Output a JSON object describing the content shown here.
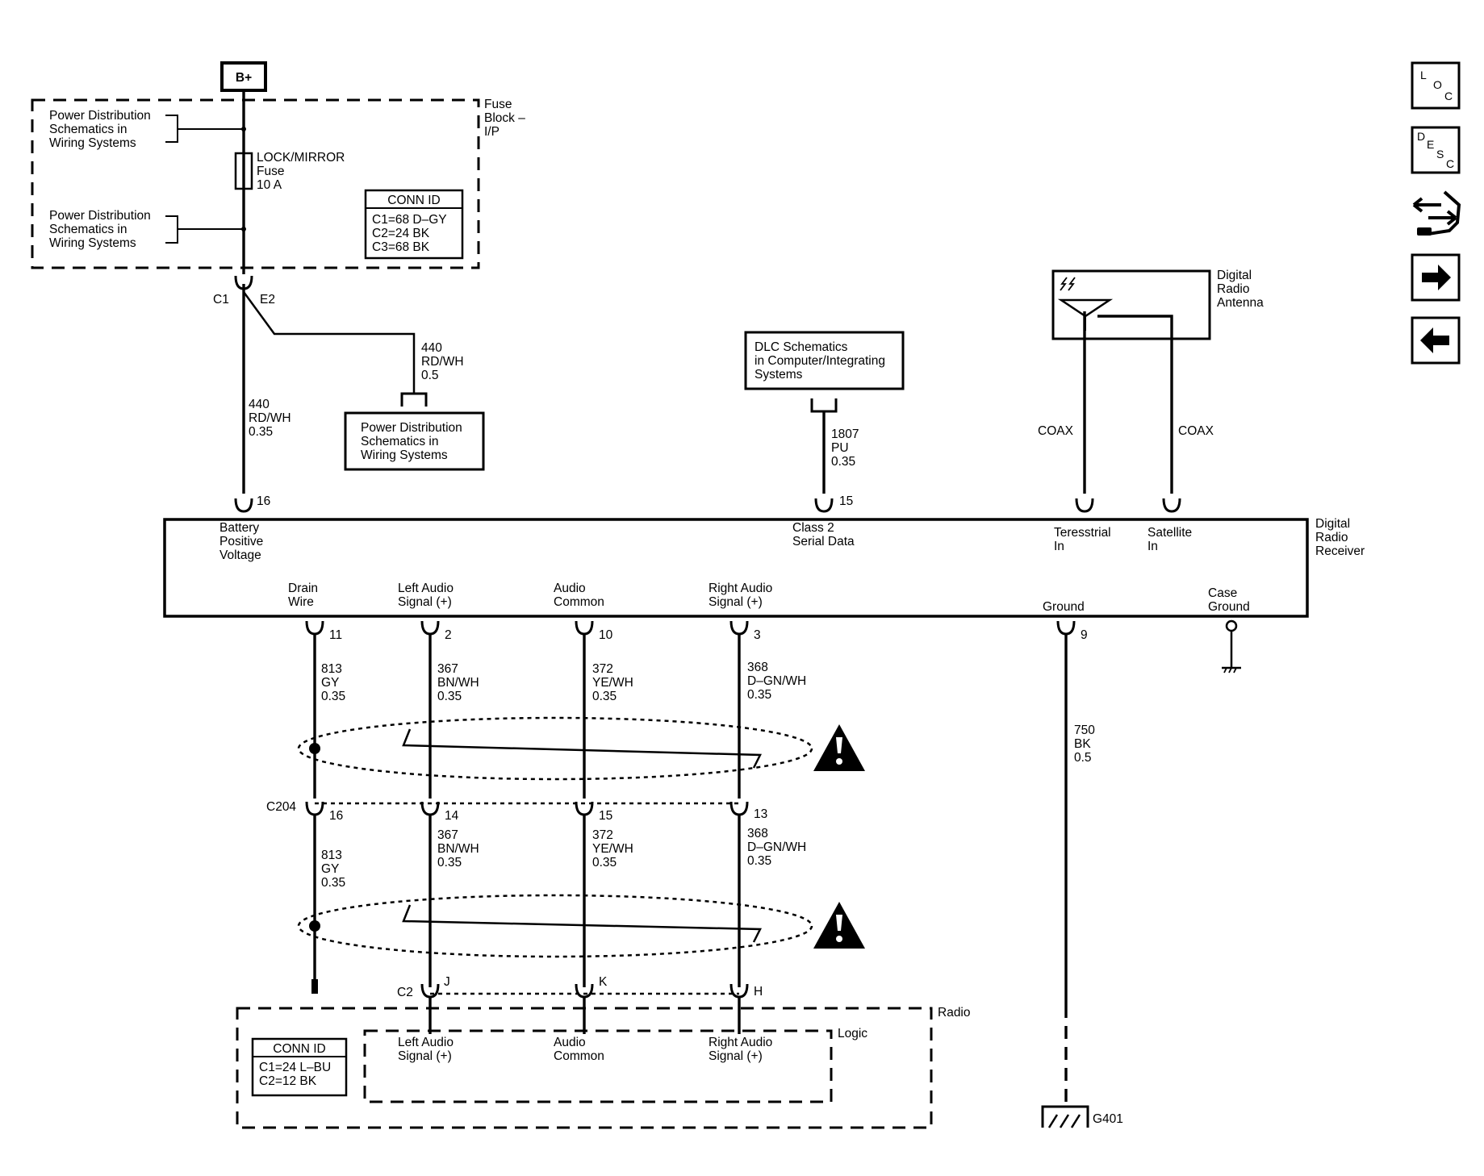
{
  "battery": {
    "label": "B+"
  },
  "fuse_block": {
    "title": [
      "Fuse",
      "Block –",
      "I/P"
    ],
    "pd_ref_top": [
      "Power Distribution",
      "Schematics in",
      "Wiring Systems"
    ],
    "pd_ref_bottom": [
      "Power Distribution",
      "Schematics in",
      "Wiring Systems"
    ],
    "fuse": [
      "LOCK/MIRROR",
      "Fuse",
      "10 A"
    ],
    "conn_id": {
      "title": "CONN ID",
      "lines": [
        "C1=68 D–GY",
        "C2=24 BK",
        "C3=68 BK"
      ]
    }
  },
  "connectors": {
    "c1": "C1",
    "e2": "E2",
    "c204": "C204",
    "c2": "C2"
  },
  "splice_wire": [
    "440",
    "RD/WH",
    "0.5"
  ],
  "main_wire": [
    "440",
    "RD/WH",
    "0.35"
  ],
  "pd_ref_mid": [
    "Power Distribution",
    "Schematics in",
    "Wiring Systems"
  ],
  "dlc": {
    "box": [
      "DLC Schematics",
      "in Computer/Integrating",
      "Systems"
    ],
    "wire": [
      "1807",
      "PU",
      "0.35"
    ]
  },
  "antenna": {
    "label": [
      "Digital",
      "Radio",
      "Antenna"
    ],
    "coax_left": "COAX",
    "coax_right": "COAX"
  },
  "receiver": {
    "title": [
      "Digital",
      "Radio",
      "Receiver"
    ],
    "top_pins": [
      {
        "num": "16",
        "label": [
          "Battery",
          "Positive",
          "Voltage"
        ]
      },
      {
        "num": "15",
        "label": [
          "Class 2",
          "Serial Data"
        ]
      },
      {
        "num": "",
        "label": [
          "Teresstrial",
          "In"
        ]
      },
      {
        "num": "",
        "label": [
          "Satellite",
          "In"
        ]
      }
    ],
    "bottom_pins": [
      {
        "num": "11",
        "label": [
          "Drain",
          "Wire"
        ]
      },
      {
        "num": "2",
        "label": [
          "Left Audio",
          "Signal (+)"
        ]
      },
      {
        "num": "10",
        "label": [
          "Audio",
          "Common"
        ]
      },
      {
        "num": "3",
        "label": [
          "Right Audio",
          "Signal (+)"
        ]
      },
      {
        "num": "9",
        "label": [
          "Ground"
        ]
      }
    ],
    "case_ground": [
      "Case",
      "Ground"
    ]
  },
  "upper_wires": [
    [
      "813",
      "GY",
      "0.35"
    ],
    [
      "367",
      "BN/WH",
      "0.35"
    ],
    [
      "372",
      "YE/WH",
      "0.35"
    ],
    [
      "368",
      "D–GN/WH",
      "0.35"
    ]
  ],
  "c204_pins": [
    "16",
    "14",
    "15",
    "13"
  ],
  "lower_wires": [
    [
      "813",
      "GY",
      "0.35"
    ],
    [
      "367",
      "BN/WH",
      "0.35"
    ],
    [
      "372",
      "YE/WH",
      "0.35"
    ],
    [
      "368",
      "D–GN/WH",
      "0.35"
    ]
  ],
  "ground_wire": [
    "750",
    "BK",
    "0.5"
  ],
  "ground_label": "G401",
  "c2_pins": [
    "J",
    "K",
    "H"
  ],
  "radio": {
    "title": "Radio",
    "logic": "Logic",
    "signals": [
      [
        "Left Audio",
        "Signal (+)"
      ],
      [
        "Audio",
        "Common"
      ],
      [
        "Right Audio",
        "Signal (+)"
      ]
    ],
    "conn_id": {
      "title": "CONN ID",
      "lines": [
        "C1=24 L–BU",
        "C2=12 BK"
      ]
    }
  },
  "nav": {
    "loc": [
      "L",
      "O",
      "C"
    ],
    "desc": [
      "D",
      "E",
      "S",
      "C"
    ],
    "icons": [
      "connector-wrench-icon",
      "arrow-right-icon",
      "arrow-left-icon"
    ]
  }
}
